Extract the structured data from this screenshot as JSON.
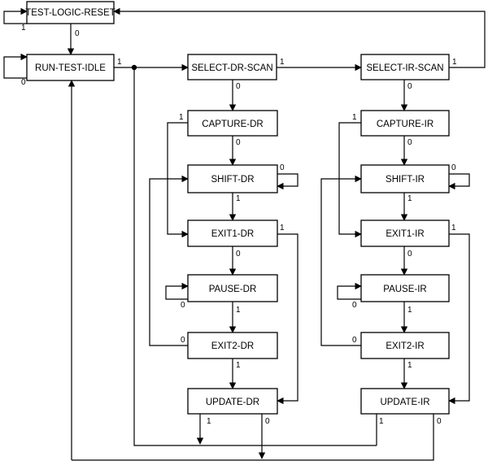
{
  "states": {
    "tlr": "TEST-LOGIC-RESET",
    "rti": "RUN-TEST-IDLE",
    "sel_dr": "SELECT-DR-SCAN",
    "sel_ir": "SELECT-IR-SCAN",
    "cap_dr": "CAPTURE-DR",
    "shift_dr": "SHIFT-DR",
    "exit1_dr": "EXIT1-DR",
    "pause_dr": "PAUSE-DR",
    "exit2_dr": "EXIT2-DR",
    "update_dr": "UPDATE-DR",
    "cap_ir": "CAPTURE-IR",
    "shift_ir": "SHIFT-IR",
    "exit1_ir": "EXIT1-IR",
    "pause_ir": "PAUSE-IR",
    "exit2_ir": "EXIT2-IR",
    "update_ir": "UPDATE-IR"
  },
  "edge_labels": {
    "one": "1",
    "zero": "0"
  },
  "colors": {
    "stroke": "#000000",
    "background": "#ffffff"
  }
}
